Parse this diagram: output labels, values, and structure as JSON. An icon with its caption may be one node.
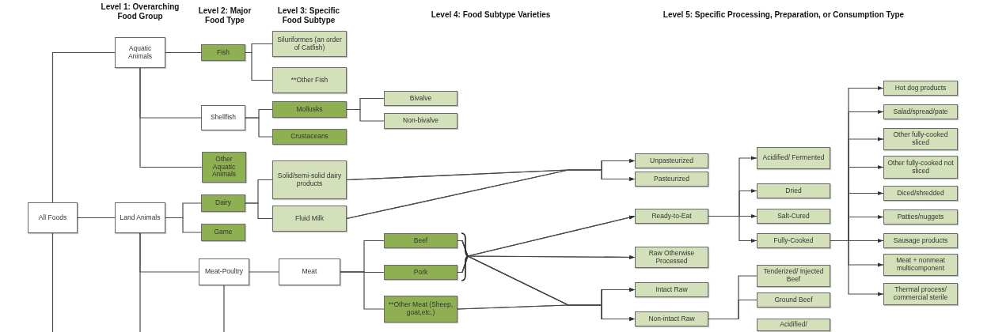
{
  "diagram": {
    "nodes": [
      {
        "text": [
          "All Foods"
        ]
      },
      {
        "text": [
          "Aquatic Animals"
        ]
      },
      {
        "text": [
          "Land Animals"
        ]
      },
      {
        "text": [
          "Fish"
        ]
      },
      {
        "text": [
          "Shellfish"
        ]
      },
      {
        "text": [
          "Other Aquatic Animals"
        ]
      },
      {
        "text": [
          "Dairy"
        ]
      },
      {
        "text": [
          "Game"
        ]
      },
      {
        "text": [
          "Meat-Poultry"
        ]
      },
      {
        "text": [
          "Siluriformes (an order of Catfish)"
        ]
      },
      {
        "text": [
          "**Other Fish"
        ]
      },
      {
        "text": [
          "Mollusks"
        ]
      },
      {
        "text": [
          "Crustaceans"
        ]
      },
      {
        "text": [
          "Solid/semi-solid dairy products"
        ]
      },
      {
        "text": [
          "Fluid Milk"
        ]
      },
      {
        "text": [
          "Meat"
        ]
      },
      {
        "text": [
          "Bivalve"
        ]
      },
      {
        "text": [
          "Non-bivalve"
        ]
      },
      {
        "text": [
          "Beef"
        ]
      },
      {
        "text": [
          "Pork"
        ]
      },
      {
        "text": [
          "**Other Meat (Sheep, goat,etc.)"
        ]
      },
      {
        "text": [
          "Unpasteurized"
        ]
      },
      {
        "text": [
          "Pasteurized"
        ]
      },
      {
        "text": [
          "Ready-to-Eat"
        ]
      },
      {
        "text": [
          "Raw Otherwise Processed"
        ]
      },
      {
        "text": [
          "Intact Raw"
        ]
      },
      {
        "text": [
          "Non-intact Raw"
        ]
      },
      {
        "text": [
          "Acidified/ Fermented"
        ]
      },
      {
        "text": [
          "Dried"
        ]
      },
      {
        "text": [
          "Salt-Cured"
        ]
      },
      {
        "text": [
          "Fully-Cooked"
        ]
      },
      {
        "text": [
          "Tenderized/ Injected Beef"
        ]
      },
      {
        "text": [
          "Ground Beef"
        ]
      },
      {
        "text": [
          "Acidified/"
        ]
      },
      {
        "text": [
          "Hot dog products"
        ]
      },
      {
        "text": [
          "Salad/spread/pate"
        ]
      },
      {
        "text": [
          "Other fully-cooked sliced"
        ]
      },
      {
        "text": [
          "Other fully-cooked not sliced"
        ]
      },
      {
        "text": [
          "Diced/shredded"
        ]
      },
      {
        "text": [
          "Patties/nuggets"
        ]
      },
      {
        "text": [
          "Sausage products"
        ]
      },
      {
        "text": [
          "Meat + nonmeat multicomponent"
        ]
      },
      {
        "text": [
          "Thermal process/ commercial sterile"
        ]
      }
    ],
    "edges": [
      {
        "from": 0,
        "to": 1,
        "arrow": "none"
      },
      {
        "from": 0,
        "to": 2,
        "arrow": "none"
      },
      {
        "from": 0,
        "to": null,
        "arrow": "none"
      },
      {
        "from": 1,
        "to": 3,
        "arrow": "none"
      },
      {
        "from": 1,
        "to": 4,
        "arrow": "none"
      },
      {
        "from": 1,
        "to": 5,
        "arrow": "none"
      },
      {
        "from": 2,
        "to": 6,
        "arrow": "none"
      },
      {
        "from": 2,
        "to": 7,
        "arrow": "none"
      },
      {
        "from": 2,
        "to": 8,
        "arrow": "none"
      },
      {
        "from": 2,
        "to": null,
        "arrow": "none"
      },
      {
        "from": 3,
        "to": 9,
        "arrow": "none"
      },
      {
        "from": 3,
        "to": 10,
        "arrow": "none"
      },
      {
        "from": 4,
        "to": 11,
        "arrow": "none"
      },
      {
        "from": 4,
        "to": 12,
        "arrow": "none"
      },
      {
        "from": 6,
        "to": 13,
        "arrow": "none"
      },
      {
        "from": 6,
        "to": 14,
        "arrow": "none"
      },
      {
        "from": 8,
        "to": 15,
        "arrow": "none"
      },
      {
        "from": 8,
        "to": null,
        "arrow": "none"
      },
      {
        "from": 11,
        "to": 16,
        "arrow": "none"
      },
      {
        "from": 11,
        "to": 17,
        "arrow": "none"
      },
      {
        "from": 15,
        "to": 18,
        "arrow": "none"
      },
      {
        "from": 15,
        "to": 19,
        "arrow": "none"
      },
      {
        "from": 15,
        "to": 20,
        "arrow": "none"
      },
      {
        "from": 13,
        "to": 21,
        "arrow": "to"
      },
      {
        "from": 13,
        "to": 22,
        "arrow": "to"
      },
      {
        "from": 14,
        "to": 21,
        "arrow": "to"
      },
      {
        "from": 14,
        "to": 22,
        "arrow": "to"
      },
      {
        "from": 18,
        "to": 23,
        "arrow": "to"
      },
      {
        "from": 18,
        "to": 24,
        "arrow": "to"
      },
      {
        "from": 18,
        "to": 25,
        "arrow": "to"
      },
      {
        "from": 18,
        "to": 26,
        "arrow": "to"
      },
      {
        "from": 19,
        "to": 23,
        "arrow": "to"
      },
      {
        "from": 19,
        "to": 24,
        "arrow": "to"
      },
      {
        "from": 19,
        "to": 25,
        "arrow": "to"
      },
      {
        "from": 19,
        "to": 26,
        "arrow": "to"
      },
      {
        "from": 20,
        "to": 25,
        "arrow": "to"
      },
      {
        "from": 20,
        "to": 26,
        "arrow": "to"
      },
      {
        "from": 23,
        "to": 27,
        "arrow": "to"
      },
      {
        "from": 23,
        "to": 28,
        "arrow": "to"
      },
      {
        "from": 23,
        "to": 29,
        "arrow": "to"
      },
      {
        "from": 23,
        "to": 30,
        "arrow": "to"
      },
      {
        "from": 30,
        "to": 34,
        "arrow": "to"
      },
      {
        "from": 30,
        "to": 35,
        "arrow": "to"
      },
      {
        "from": 30,
        "to": 36,
        "arrow": "to"
      },
      {
        "from": 30,
        "to": 37,
        "arrow": "to"
      },
      {
        "from": 30,
        "to": 38,
        "arrow": "to"
      },
      {
        "from": 30,
        "to": 39,
        "arrow": "to"
      },
      {
        "from": 30,
        "to": 40,
        "arrow": "to"
      },
      {
        "from": 30,
        "to": 41,
        "arrow": "to"
      },
      {
        "from": 30,
        "to": 42,
        "arrow": "to"
      },
      {
        "from": 26,
        "to": 31,
        "arrow": "none"
      },
      {
        "from": 26,
        "to": 32,
        "arrow": "none"
      }
    ],
    "labels": [
      "Level 1: Overarching Food Group",
      "Level 2: Major Food Type",
      "Level 3: Specific Food Subtype",
      "Level 4: Food Subtype Varieties",
      "Level 5: Specific Processing, Preparation, or Consumption Type"
    ]
  }
}
